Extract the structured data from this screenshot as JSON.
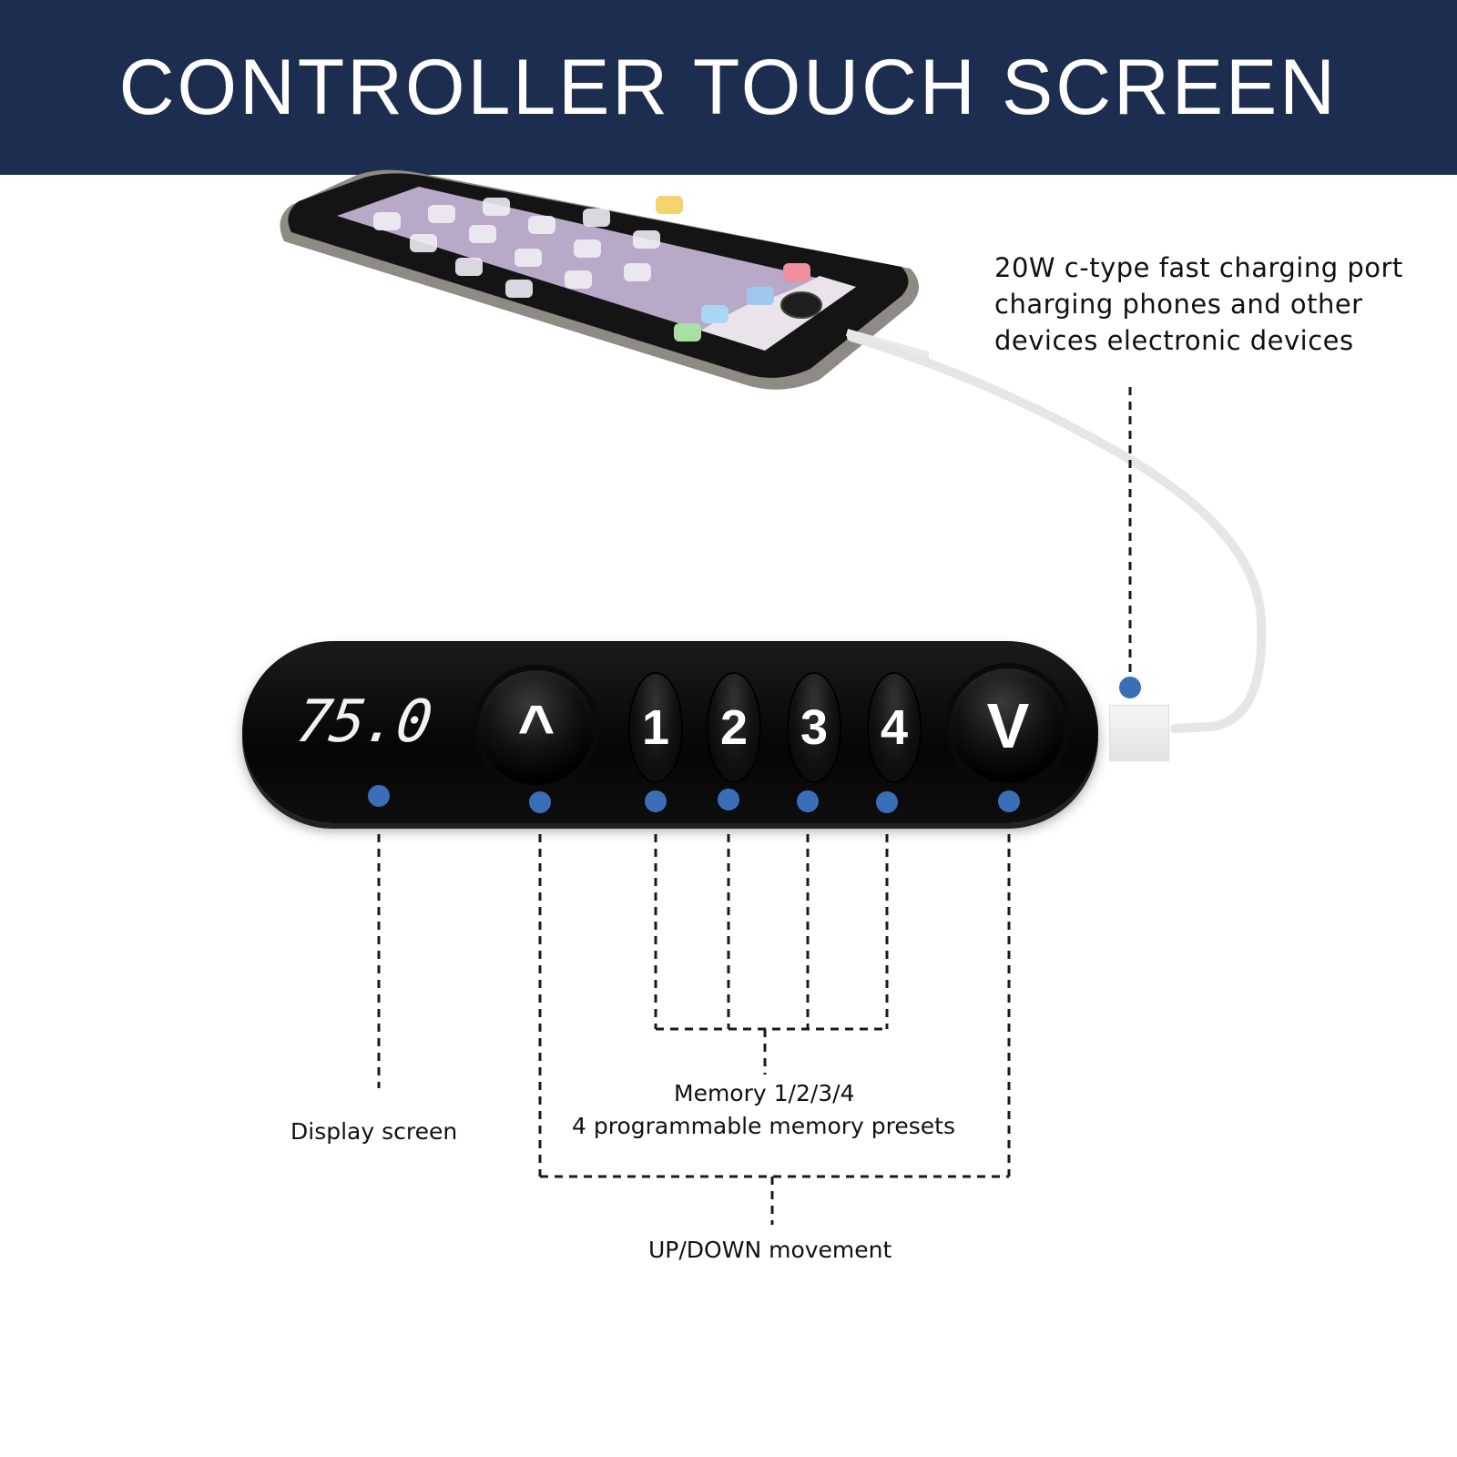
{
  "banner": {
    "title": "CONTROLLER TOUCH SCREEN",
    "background": "#1c2d50",
    "text_color": "#ffffff"
  },
  "port_annotation": {
    "lines": [
      "20W c-type fast charging port",
      "charging phones and other",
      "devices electronic devices"
    ]
  },
  "controller": {
    "display_value": "75.0",
    "up_button": {
      "glyph": "^",
      "icon": "chevron-up-icon"
    },
    "down_button": {
      "glyph": "V",
      "icon": "chevron-down-icon"
    },
    "memory_buttons": [
      {
        "label": "1"
      },
      {
        "label": "2"
      },
      {
        "label": "3"
      },
      {
        "label": "4"
      }
    ]
  },
  "callouts": {
    "display": "Display screen",
    "memory_title": "Memory 1/2/3/4",
    "memory_desc": "4 programmable memory presets",
    "updown": "UP/DOWN movement"
  },
  "colors": {
    "marker_dot": "#3a6fb7",
    "controller_body": "#0a0a0a",
    "cable": "#e8e8e8"
  }
}
